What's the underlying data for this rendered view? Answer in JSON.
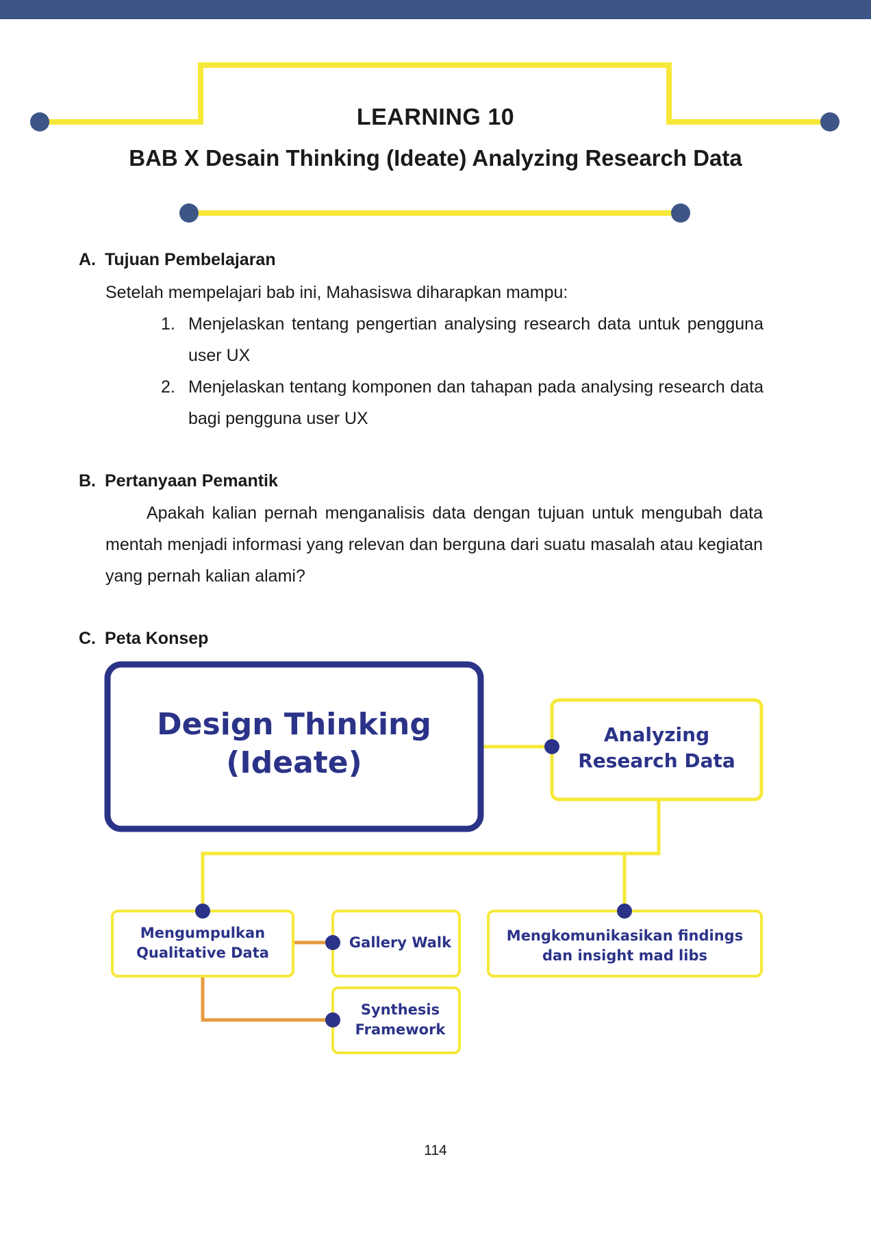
{
  "header": {
    "title_line1": "LEARNING 10",
    "title_line2": "BAB X Desain Thinking (Ideate) Analyzing Research Data"
  },
  "section_a": {
    "letter": "A.",
    "heading": "Tujuan Pembelajaran",
    "intro": "Setelah mempelajari bab ini, Mahasiswa diharapkan mampu:",
    "items": [
      {
        "num": "1.",
        "text": "Menjelaskan tentang pengertian analysing research data untuk pengguna user UX"
      },
      {
        "num": "2.",
        "text": "Menjelaskan tentang komponen dan tahapan pada analysing research data bagi pengguna user UX"
      }
    ]
  },
  "section_b": {
    "letter": "B.",
    "heading": "Pertanyaan Pemantik",
    "paragraph": "Apakah kalian pernah menganalisis data dengan tujuan untuk mengubah data mentah menjadi informasi yang relevan dan berguna dari suatu masalah atau kegiatan yang pernah kalian alami?"
  },
  "section_c": {
    "letter": "C.",
    "heading": "Peta Konsep"
  },
  "concept_map": {
    "main_line1": "Design Thinking",
    "main_line2": "(Ideate)",
    "analyzing_line1": "Analyzing",
    "analyzing_line2": "Research Data",
    "collect_line1": "Mengumpulkan",
    "collect_line2": "Qualitative Data",
    "gallery_walk": "Gallery Walk",
    "synthesis_line1": "Synthesis",
    "synthesis_line2": "Framework",
    "communicate_line1": "Mengkomunikasikan findings",
    "communicate_line2": "dan insight mad libs"
  },
  "colors": {
    "navy": "#3d5687",
    "yellow": "#f6e839",
    "dark_blue": "#2b3388",
    "orange": "#e59a3c"
  },
  "footer": {
    "page_number": "114"
  }
}
